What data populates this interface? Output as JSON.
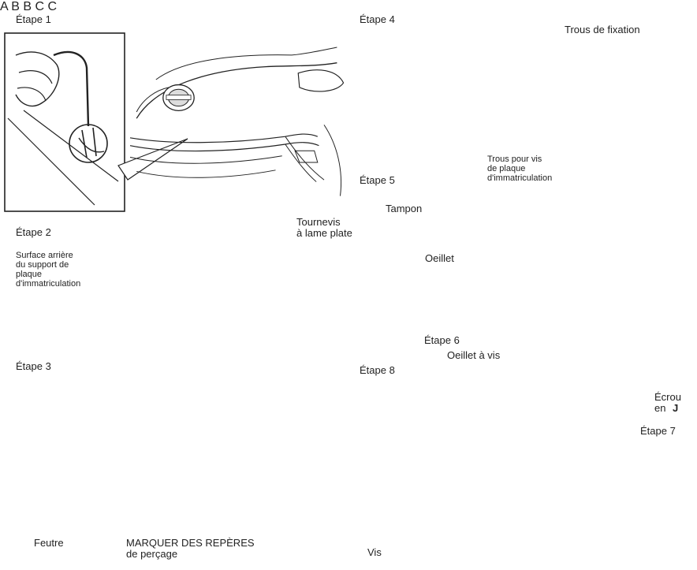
{
  "steps": {
    "s1": "Étape 1",
    "s2": "Étape 2",
    "s3": "Étape 3",
    "s4": "Étape 4",
    "s5": "Étape 5",
    "s6": "Étape 6",
    "s7": "Étape 7",
    "s8": "Étape 8"
  },
  "labels": {
    "surface": [
      "Surface arrière",
      "du support de",
      "plaque",
      "d'immatriculation"
    ],
    "trous_fixation": "Trous de fixation",
    "trous_vis": [
      "Trous pour vis",
      "de plaque",
      "d'immatriculation"
    ],
    "tournevis": [
      "Tournevis",
      "à lame plate"
    ],
    "tampon": "Tampon",
    "oeillet": "Oeillet",
    "oeillet_vis": "Oeillet à vis",
    "ecrou": [
      "Écrou",
      "en",
      "J"
    ],
    "feutre": "Feutre",
    "marquer": [
      "MARQUER DES REPÈRES",
      "de perçage"
    ],
    "vis": "Vis"
  },
  "callouts": {
    "a": "A",
    "b": "B",
    "c": "C"
  }
}
